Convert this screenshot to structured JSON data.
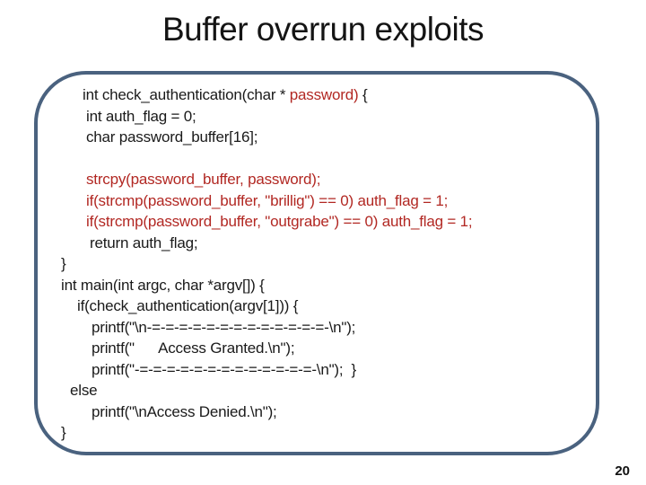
{
  "title": "Buffer overrun exploits",
  "page_number": "20",
  "colors": {
    "box_border": "#4a627f",
    "code_black": "#1a1a1a",
    "code_red": "#b22823",
    "background": "#ffffff"
  },
  "code": {
    "language": "c",
    "lines": [
      {
        "indent": 50,
        "segments": [
          {
            "text": "int check_authentication(char * ",
            "color": "black"
          },
          {
            "text": "password)",
            "color": "red"
          },
          {
            "text": " {",
            "color": "black"
          }
        ]
      },
      {
        "indent": 54,
        "segments": [
          {
            "text": "int auth_flag = 0;",
            "color": "black"
          }
        ]
      },
      {
        "indent": 54,
        "segments": [
          {
            "text": "char password_buffer[16];",
            "color": "black"
          }
        ]
      },
      {
        "indent": 54,
        "segments": []
      },
      {
        "indent": 54,
        "segments": [
          {
            "text": "strcpy(password_buffer, password);",
            "color": "red"
          }
        ]
      },
      {
        "indent": 54,
        "segments": [
          {
            "text": "if(strcmp(password_buffer, \"brillig\") == 0) auth_flag = 1;",
            "color": "red"
          }
        ]
      },
      {
        "indent": 54,
        "segments": [
          {
            "text": "if(strcmp(password_buffer, \"outgrabe\") == 0) auth_flag = 1;",
            "color": "red"
          }
        ]
      },
      {
        "indent": 58,
        "segments": [
          {
            "text": "return auth_flag;",
            "color": "black"
          }
        ]
      },
      {
        "indent": 26,
        "segments": [
          {
            "text": "}",
            "color": "black"
          }
        ]
      },
      {
        "indent": 26,
        "segments": [
          {
            "text": "int main(int argc, char *argv[]) {",
            "color": "black"
          }
        ]
      },
      {
        "indent": 44,
        "segments": [
          {
            "text": "if(check_authentication(argv[1])) {",
            "color": "black"
          }
        ]
      },
      {
        "indent": 60,
        "segments": [
          {
            "text": "printf(\"\\n-=-=-=-=-=-=-=-=-=-=-=-=-=-\\n\");",
            "color": "black"
          }
        ]
      },
      {
        "indent": 60,
        "segments": [
          {
            "text": "printf(\"      Access Granted.\\n\");",
            "color": "black"
          }
        ]
      },
      {
        "indent": 60,
        "segments": [
          {
            "text": "printf(\"-=-=-=-=-=-=-=-=-=-=-=-=-=-\\n\");  }",
            "color": "black"
          }
        ]
      },
      {
        "indent": 36,
        "segments": [
          {
            "text": "else",
            "color": "black"
          }
        ]
      },
      {
        "indent": 60,
        "segments": [
          {
            "text": "printf(\"\\nAccess Denied.\\n\");",
            "color": "black"
          }
        ]
      },
      {
        "indent": 26,
        "segments": [
          {
            "text": "}",
            "color": "black"
          }
        ]
      }
    ]
  }
}
